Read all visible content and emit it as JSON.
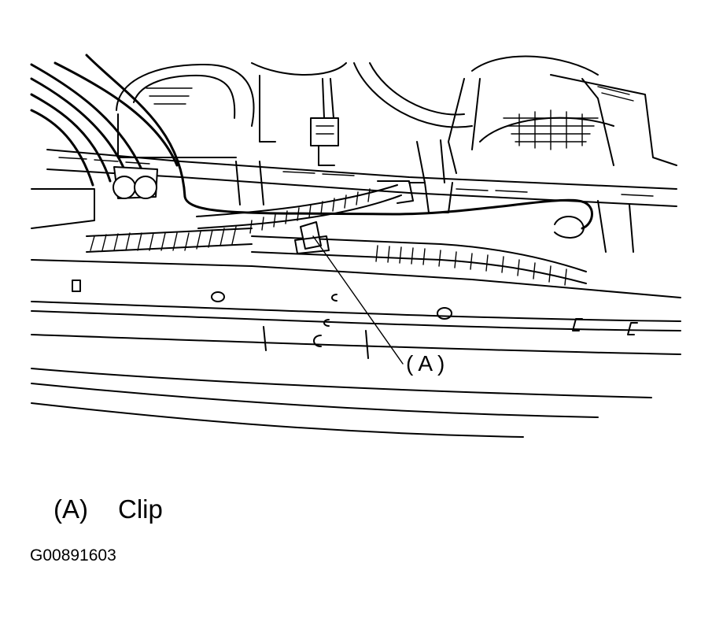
{
  "callout": {
    "label": "(A)"
  },
  "legend": [
    {
      "key": "(A)",
      "text": "Clip"
    }
  ],
  "figure_id": "G00891603"
}
